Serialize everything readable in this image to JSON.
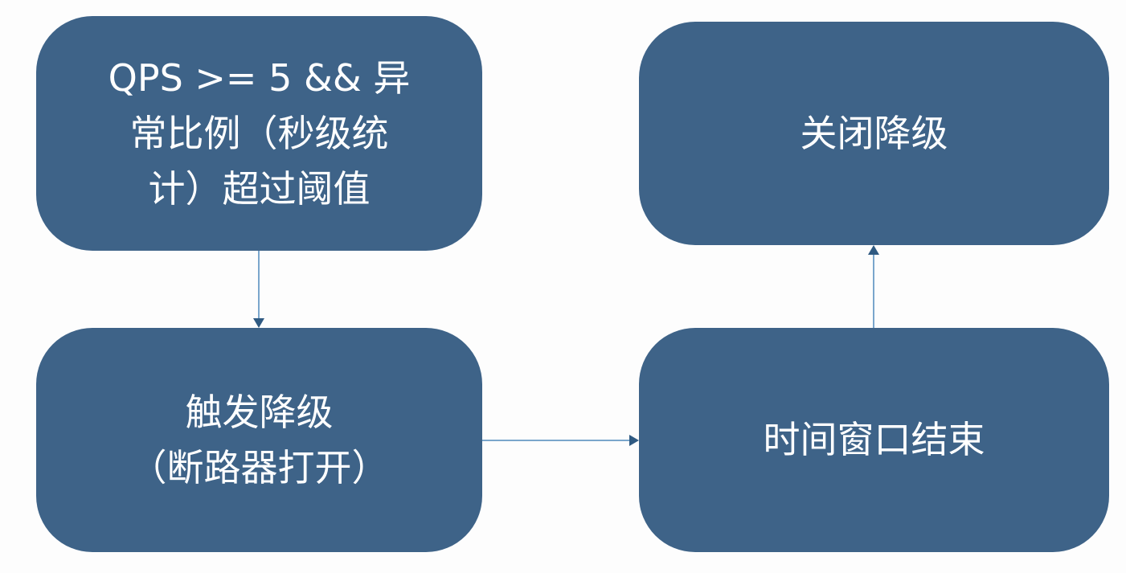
{
  "nodes": {
    "condition": {
      "lines": [
        "QPS >= 5 && 异",
        "常比例（秒级统",
        "计）超过阈值"
      ]
    },
    "trigger": {
      "lines": [
        "触发降级",
        "（断路器打开）"
      ]
    },
    "window_end": {
      "label": "时间窗口结束"
    },
    "close": {
      "label": "关闭降级"
    }
  },
  "colors": {
    "node": "#3e6388",
    "edge": "#7aa6cc",
    "arrowhead": "#2f5a82"
  }
}
